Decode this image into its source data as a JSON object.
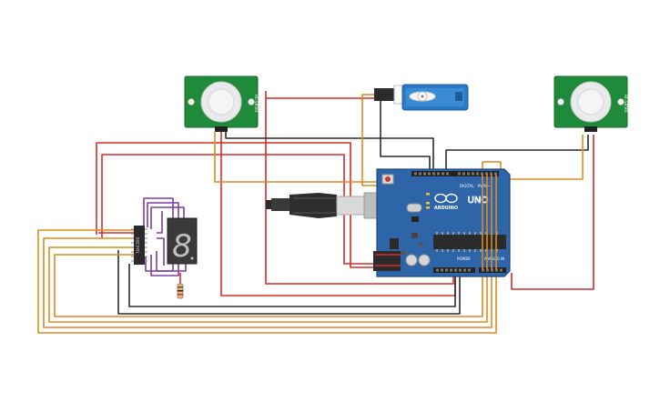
{
  "colors": {
    "background": "#ffffff",
    "wire_red": "#d62b2b",
    "wire_orange": "#e08a1e",
    "wire_black": "#2b2b2b",
    "wire_purple": "#7b3fa0",
    "arduino_board": "#2e64a8",
    "arduino_board_edge": "#1f4b82",
    "pir_board": "#1f8a3a",
    "pir_dome": "#e9eaec",
    "servo_body": "#2a7ac8",
    "segment_body": "#3a3a3a",
    "chip_body": "#2a2a2a",
    "usb_gray": "#bdbdbd"
  },
  "components": {
    "arduino": {
      "icon": "arduino-uno-board",
      "brand_label": "ARDUINO",
      "model_label": "UNO",
      "digital_label": "DIGITAL",
      "pwm_label": "PWM~",
      "power_label": "POWER",
      "analog_label": "ANALOG IN"
    },
    "pir_left": {
      "icon": "pir-motion-sensor",
      "side_label": "HC-SR501"
    },
    "pir_right": {
      "icon": "pir-motion-sensor",
      "side_label": "HC-SR501"
    },
    "servo": {
      "icon": "micro-servo-motor"
    },
    "seven_segment": {
      "icon": "seven-segment-display",
      "digit": "8"
    },
    "shift_register": {
      "icon": "ic-chip",
      "label": "74HC595"
    },
    "resistor": {
      "icon": "resistor"
    },
    "usb_cable": {
      "icon": "usb-b-cable"
    }
  }
}
